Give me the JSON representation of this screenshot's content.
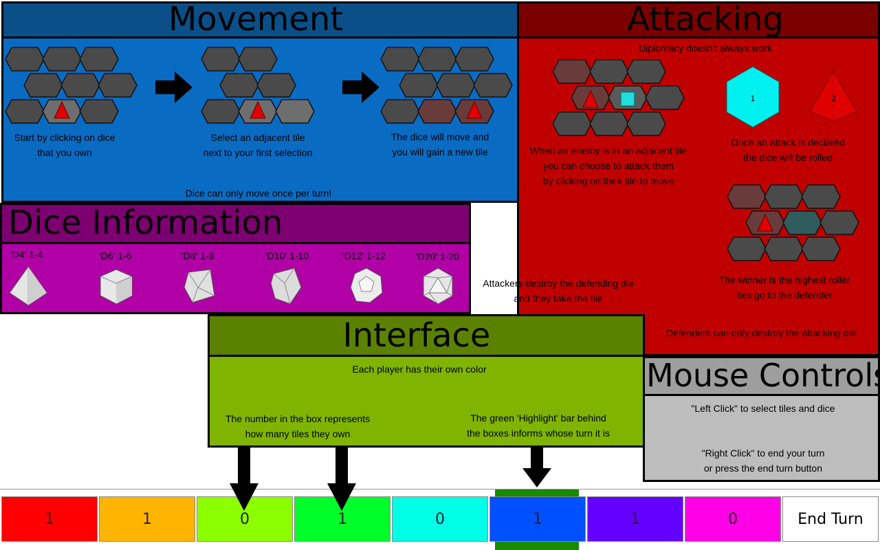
{
  "movement": {
    "title": "Movement",
    "step1": "Start by clicking on dice\nthat you own",
    "step2": "Select an adjacent tile\nnext to your first selection",
    "step3": "The dice will move and\nyou will gain a new tile",
    "note": "Dice can only move once per turn!"
  },
  "attacking": {
    "title": "Attacking",
    "subtitle": "Diplomacy doesn't always work",
    "adjacent": "When an enemy is in an adjacent tile\nyou can choose to attack them\nby clicking on their tile to move",
    "rolled": "Once an attack is declared\nthe dice will be rolled",
    "die_a": "1",
    "die_b": "2",
    "winner": "The winner is the highest roller\nties go to the defender",
    "attackers": "Attackers destroy the defending die\nand they take the tile",
    "defenders": "Defenders can only destroy the attacking die"
  },
  "dice_info": {
    "title": "Dice Information",
    "dice": [
      {
        "label": "'D4' 1-4",
        "icon": "d4-icon"
      },
      {
        "label": "'D6' 1-6",
        "icon": "d6-icon"
      },
      {
        "label": "'D8' 1-8",
        "icon": "d8-icon"
      },
      {
        "label": "'D10' 1-10",
        "icon": "d10-icon"
      },
      {
        "label": "'D12' 1-12",
        "icon": "d12-icon"
      },
      {
        "label": "'D20' 1-20",
        "icon": "d20-icon"
      }
    ]
  },
  "interface": {
    "title": "Interface",
    "line1": "Each player has their own color",
    "line2": "The number in the box represents\nhow many tiles they own",
    "line3": "The green 'Highlight' bar behind\nthe boxes informs whose turn it is"
  },
  "mouse": {
    "title": "Mouse Controls",
    "left": "\"Left Click\" to select tiles and dice",
    "right": "\"Right Click\" to end your turn\nor press the end turn button"
  },
  "players": [
    {
      "count": "1",
      "color": "#ff0000"
    },
    {
      "count": "1",
      "color": "#ffb400"
    },
    {
      "count": "0",
      "color": "#8cff00"
    },
    {
      "count": "1",
      "color": "#00ff2a"
    },
    {
      "count": "0",
      "color": "#00ffe6"
    },
    {
      "count": "1",
      "color": "#0050ff"
    },
    {
      "count": "1",
      "color": "#6400ff"
    },
    {
      "count": "0",
      "color": "#ff00e6"
    }
  ],
  "end_turn": "End Turn",
  "active_player_index": 5,
  "colors": {
    "movement_header": "#0b4f88",
    "movement_body": "#0a6bc2",
    "attack_header": "#7a0000",
    "attack_body": "#c00000",
    "dice_header": "#7c0070",
    "dice_body": "#b000a6",
    "interface_header": "#5a8200",
    "interface_body": "#7fb400",
    "mouse_header": "#9e9e9e",
    "mouse_body": "#bdbdbd",
    "turn_highlight": "#1a8a00"
  }
}
